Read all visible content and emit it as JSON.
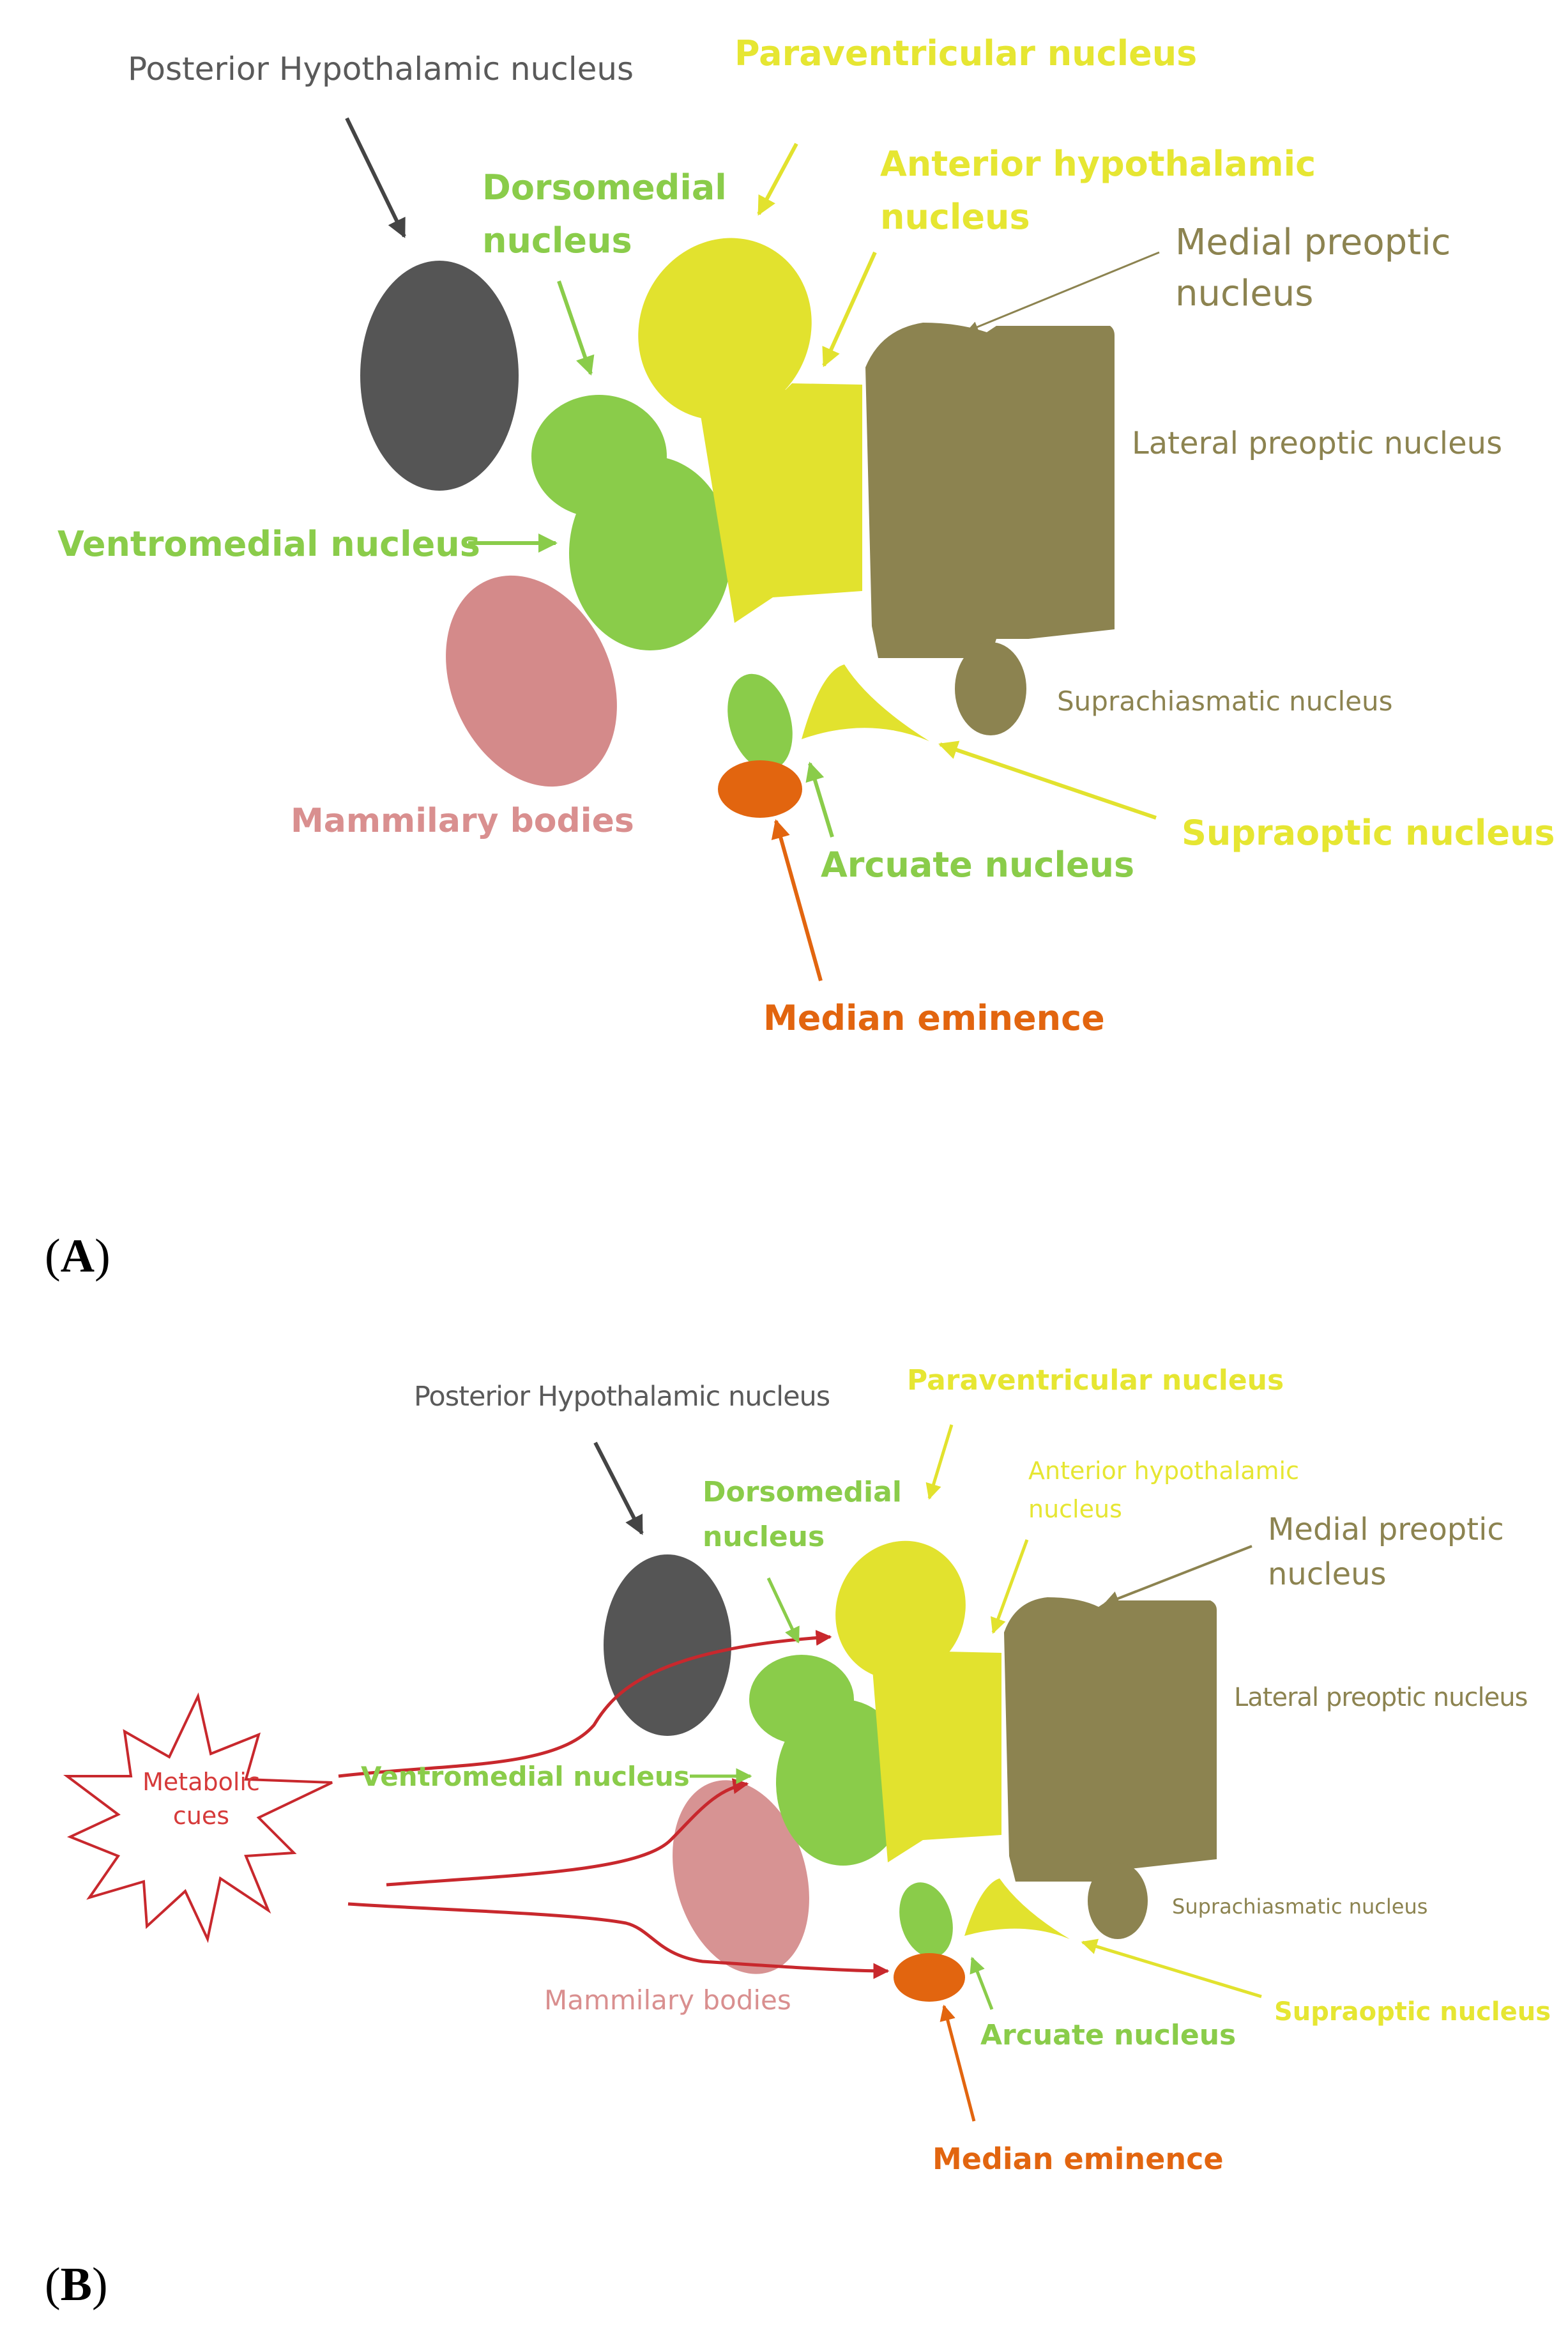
{
  "colors": {
    "posterior": "#555555",
    "posterior_label": "#5a5a5a",
    "dorsomedial": "#8acc4a",
    "dorsomedial_label": "#8acc4a",
    "paraventricular": "#e2e22e",
    "paraventricular_label": "#e6e632",
    "preoptic": "#8c8350",
    "preoptic_label": "#8c8350",
    "mammilary": "#d48a8a",
    "mammilary_label": "#d98f8f",
    "median_eminence": "#e2650f",
    "median_eminence_label": "#e2650f",
    "metabolic": "#d63a3a"
  },
  "panel_a": {
    "letter_open": "(",
    "letter": "A",
    "letter_close": ")",
    "labels": {
      "posterior": "Posterior Hypothalamic nucleus",
      "paraventricular": "Paraventricular nucleus",
      "dorsomedial_1": "Dorsomedial",
      "dorsomedial_2": "nucleus",
      "anterior_1": "Anterior hypothalamic",
      "anterior_2": "nucleus",
      "medial_preoptic_1": "Medial preoptic",
      "medial_preoptic_2": "nucleus",
      "lateral_preoptic": "Lateral preoptic nucleus",
      "ventromedial": "Ventromedial nucleus",
      "suprachiasmatic": "Suprachiasmatic nucleus",
      "mammilary": "Mammilary bodies",
      "supraoptic": "Supraoptic nucleus",
      "arcuate": "Arcuate nucleus",
      "median_eminence": "Median eminence"
    }
  },
  "panel_b": {
    "letter_open": "(",
    "letter": "B",
    "letter_close": ")",
    "labels": {
      "posterior": "Posterior Hypothalamic nucleus",
      "paraventricular": "Paraventricular nucleus",
      "dorsomedial_1": "Dorsomedial",
      "dorsomedial_2": "nucleus",
      "anterior_1": "Anterior hypothalamic",
      "anterior_2": "nucleus",
      "medial_preoptic_1": "Medial preoptic",
      "medial_preoptic_2": "nucleus",
      "lateral_preoptic": "Lateral preoptic nucleus",
      "ventromedial": "Ventromedial nucleus",
      "suprachiasmatic": "Suprachiasmatic nucleus",
      "mammilary": "Mammilary bodies",
      "supraoptic": "Supraoptic nucleus",
      "arcuate": "Arcuate nucleus",
      "median_eminence": "Median eminence",
      "metabolic_1": "Metabolic",
      "metabolic_2": "cues"
    }
  }
}
